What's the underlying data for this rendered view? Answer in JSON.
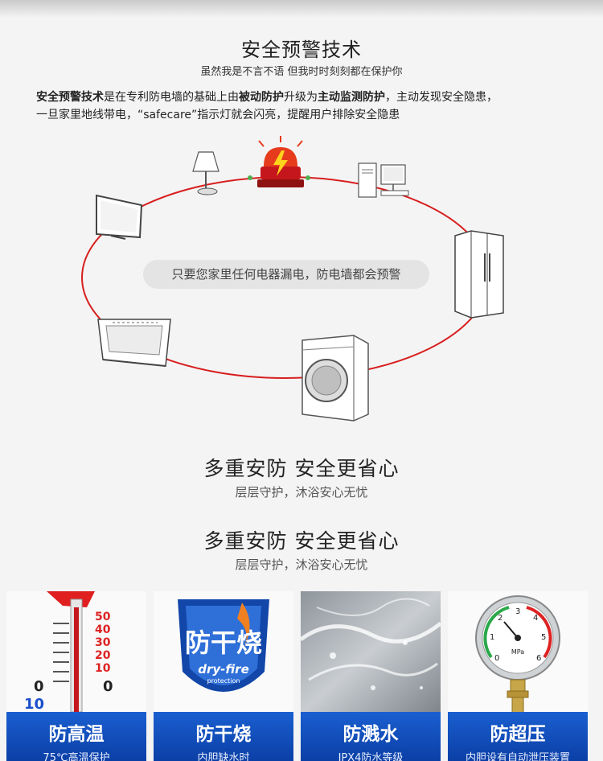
{
  "header": {
    "title": "安全预警技术",
    "subtitle": "虽然我是不言不语 但我时时刻刻都在保护你"
  },
  "intro": {
    "p1": "安全预警技术",
    "p2": "是在专利防电墙的基础上由",
    "p3": "被动防护",
    "p4": "升级为",
    "p5": "主动监测防护",
    "p6": "，主动发现安全隐患，",
    "p7": "一旦家里地线带电，“safecare”指示灯就会闪亮，提醒用户排除安全隐患"
  },
  "diagram": {
    "center_text": "只要您家里任何电器漏电，防电墙都会预警",
    "devices": [
      "lamp-icon",
      "alarm-light-icon",
      "computer-icon",
      "tv-icon",
      "fridge-icon",
      "range-hood-icon",
      "washing-machine-icon"
    ],
    "ring_color": "#d81e1e"
  },
  "slogans": [
    {
      "title": "多重安防 安全更省心",
      "sub": "层层守护，沐浴安心无忧"
    },
    {
      "title": "多重安防 安全更省心",
      "sub": "层层守护，沐浴安心无忧"
    }
  ],
  "features": [
    {
      "name": "防高温",
      "note": "75℃高温保护"
    },
    {
      "name": "防干烧",
      "note": "内胆缺水时"
    },
    {
      "name": "防溅水",
      "note": "IPX4防水等级"
    },
    {
      "name": "防超压",
      "note": "内胆设有自动泄压装置"
    }
  ],
  "thermometer": {
    "ticks": [
      "50",
      "40",
      "30",
      "20",
      "10",
      "0",
      "0",
      "10"
    ]
  },
  "dryfire": {
    "logo_main": "防干烧",
    "logo_en": "dry-fire",
    "logo_sub": "protection"
  },
  "gauge": {
    "unit": "MPa",
    "ticks": [
      "0",
      "1",
      "2",
      "3",
      "4",
      "5",
      "6"
    ]
  },
  "colors": {
    "brand_blue": "#0b3fa6",
    "alert_red": "#d81e1e"
  }
}
